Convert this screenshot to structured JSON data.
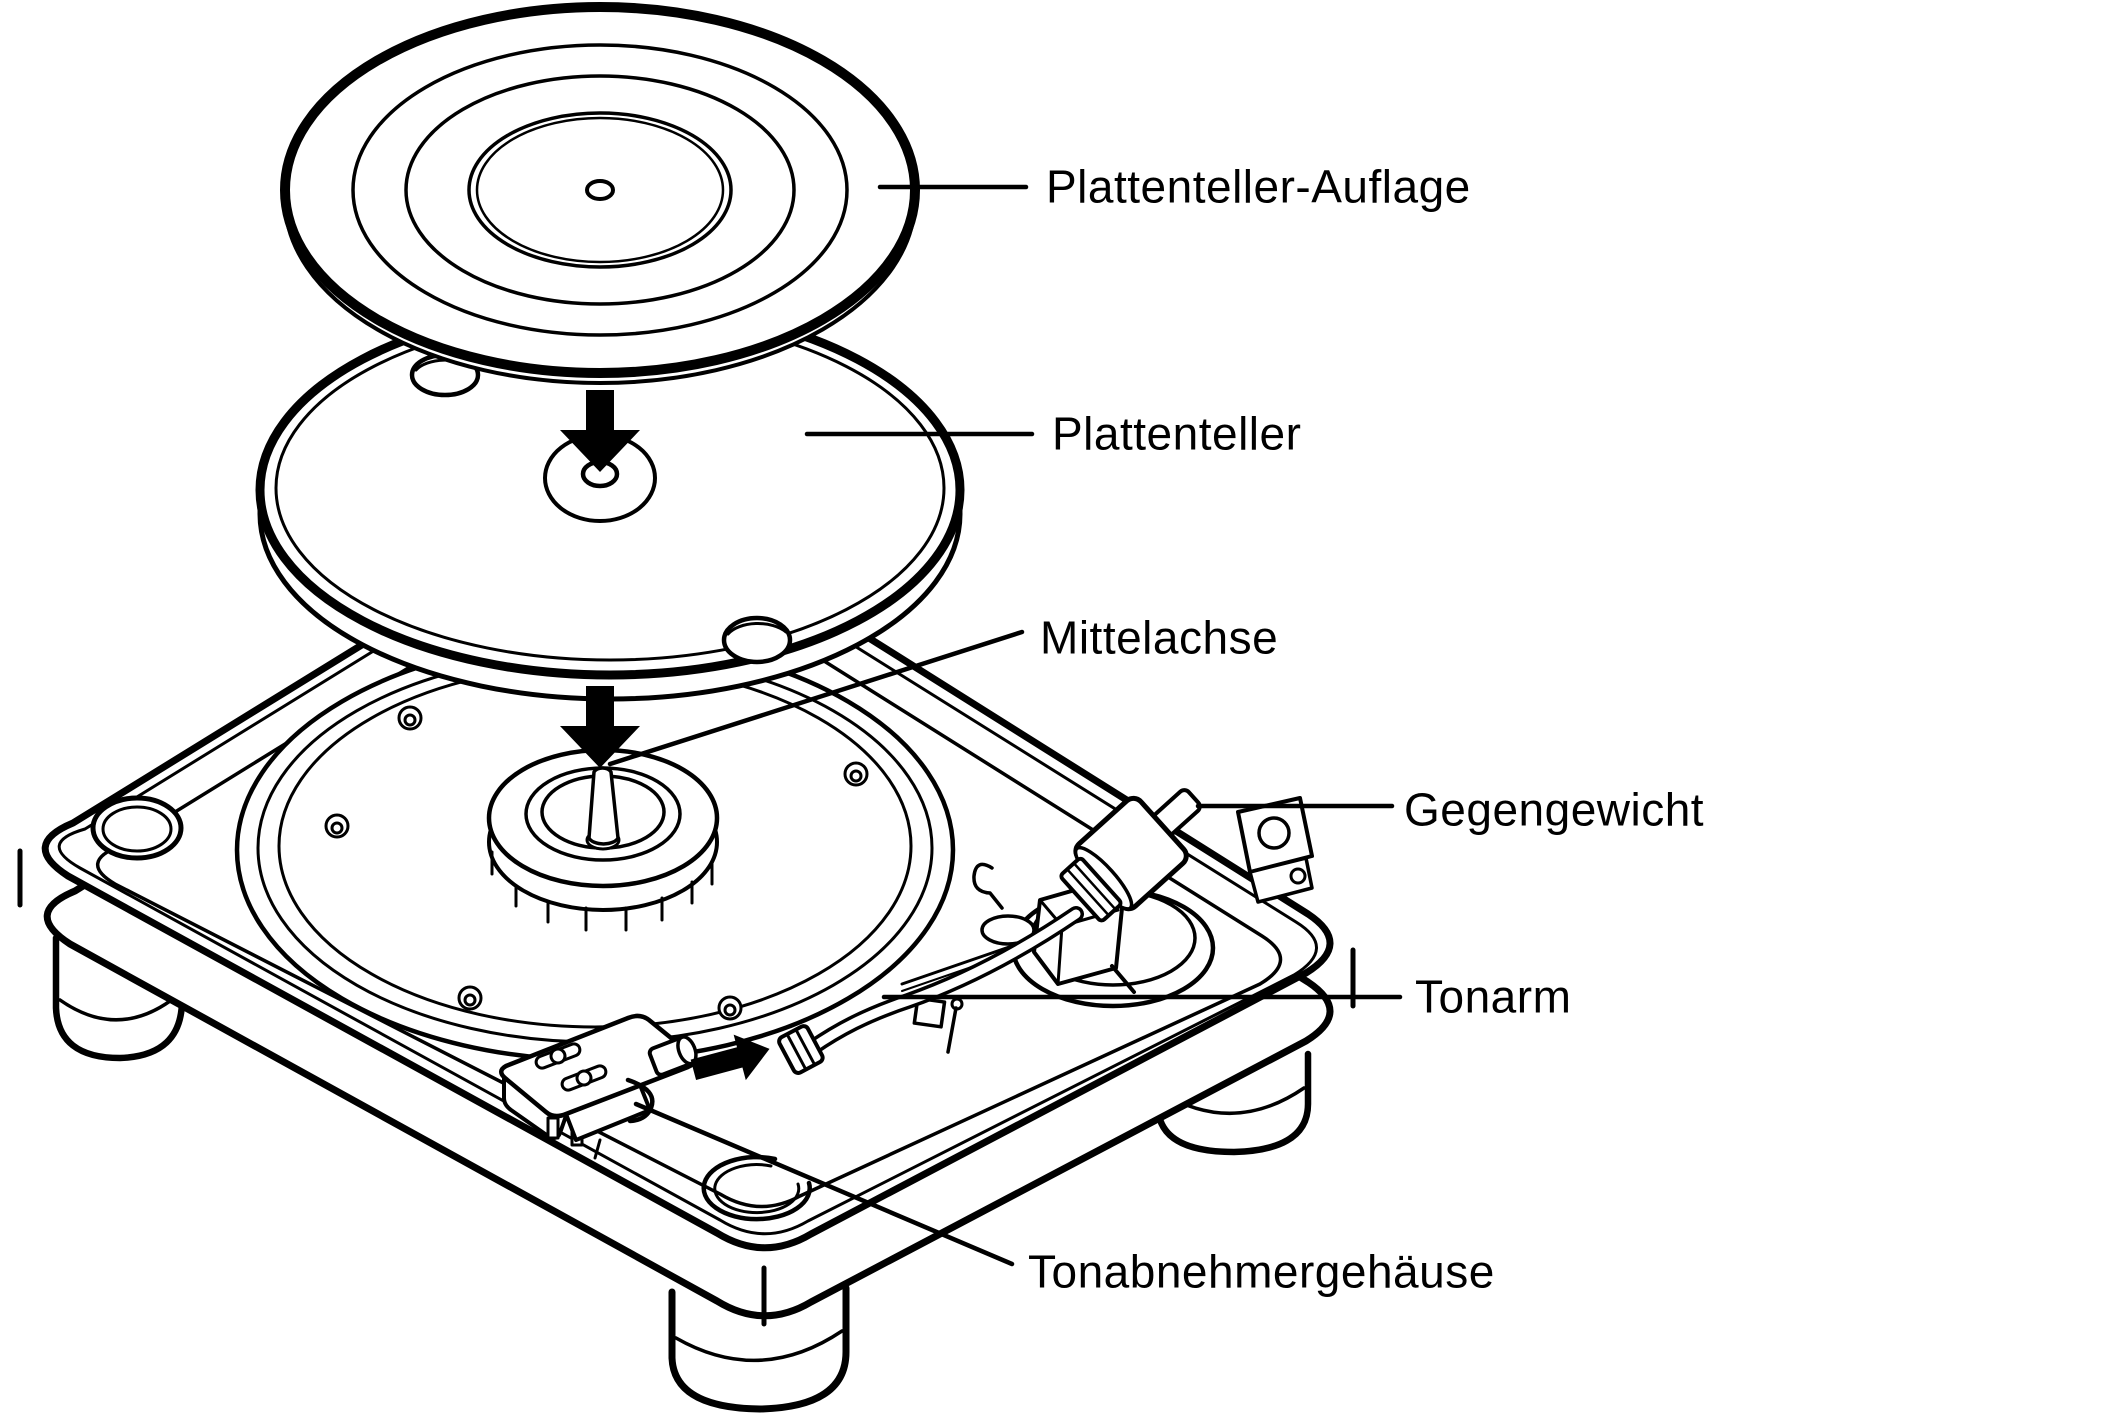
{
  "colors": {
    "line": "#000000",
    "background": "#ffffff"
  },
  "diagram": {
    "subject": "turntable exploded view",
    "labels": {
      "platter_mat": "Plattenteller-Auflage",
      "platter": "Plattenteller",
      "center_spindle": "Mittelachse",
      "counterweight": "Gegengewicht",
      "tonearm": "Tonarm",
      "headshell": "Tonabnehmergehäuse"
    }
  }
}
